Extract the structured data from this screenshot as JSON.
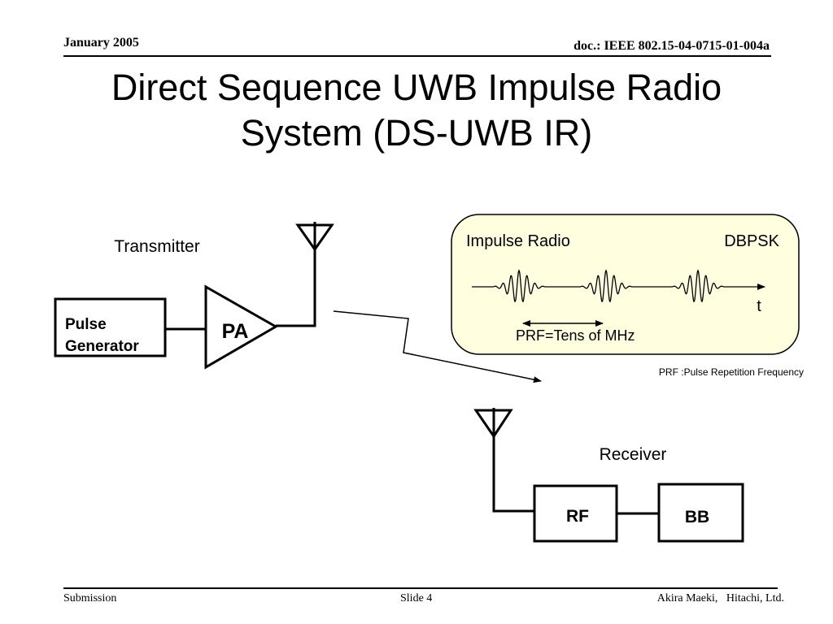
{
  "header": {
    "date": "January 2005",
    "doc_id": "doc.: IEEE 802.15-04-0715-01-004a"
  },
  "slide": {
    "title_line1": "Direct Sequence UWB Impulse Radio",
    "title_line2": "System (DS-UWB IR)"
  },
  "transmitter": {
    "label": "Transmitter",
    "pulse_generator_line1": "Pulse",
    "pulse_generator_line2": "Generator",
    "amplifier_label": "PA"
  },
  "receiver": {
    "label": "Receiver",
    "rf_label": "RF",
    "bb_label": "BB"
  },
  "impulse_panel": {
    "title": "Impulse Radio",
    "modulation": "DBPSK",
    "time_axis_label": "t",
    "prf_label": "PRF=Tens of MHz",
    "pulse_count": 3,
    "background_color": "#ffffe0"
  },
  "note": "PRF :Pulse Repetition Frequency",
  "footer": {
    "left": "Submission",
    "center": "Slide 4",
    "right": "Akira Maeki,   Hitachi, Ltd."
  }
}
